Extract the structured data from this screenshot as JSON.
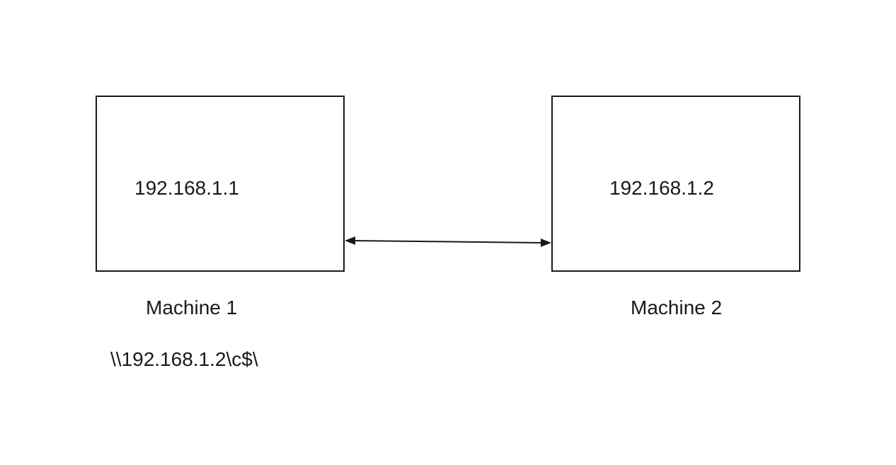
{
  "machine1": {
    "ip": "192.168.1.1",
    "label": "Machine 1"
  },
  "machine2": {
    "ip": "192.168.1.2",
    "label": "Machine 2"
  },
  "share_path": "\\\\192.168.1.2\\c$\\",
  "colors": {
    "line": "#1a1a1a",
    "background": "#ffffff"
  }
}
